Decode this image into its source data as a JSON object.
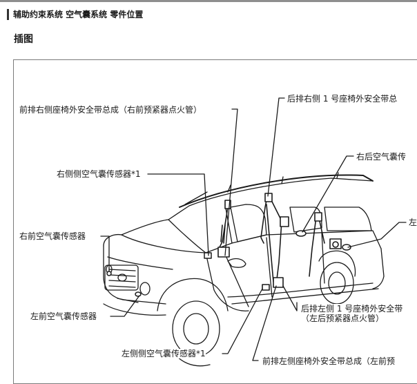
{
  "breadcrumb": "辅助约束系统  空气囊系统  零件位置",
  "section_title": "插图",
  "callouts": {
    "front_right_seatbelt": "前排右侧座椅外安全带总成（右前预紧器点火管）",
    "rear_right_no1_seatbelt": "后排右侧 1 号座椅外安全带总",
    "right_rear_airbag": "右后空气囊传",
    "right_side_airbag_sensor": "右侧侧空气囊传感器*1",
    "left_edge_partial": "左",
    "right_front_airbag_sensor": "右前空气囊传感器",
    "rear_left_no1_seatbelt_line1": "后排左侧 1 号座椅外安全带",
    "rear_left_no1_seatbelt_line2": "（左后预紧器点火管）",
    "left_front_airbag_sensor": "左前空气囊传感器",
    "left_side_airbag_sensor": "左侧侧空气囊传感器*1",
    "front_left_seatbelt": "前排左侧座椅外安全带总成（左前预"
  }
}
